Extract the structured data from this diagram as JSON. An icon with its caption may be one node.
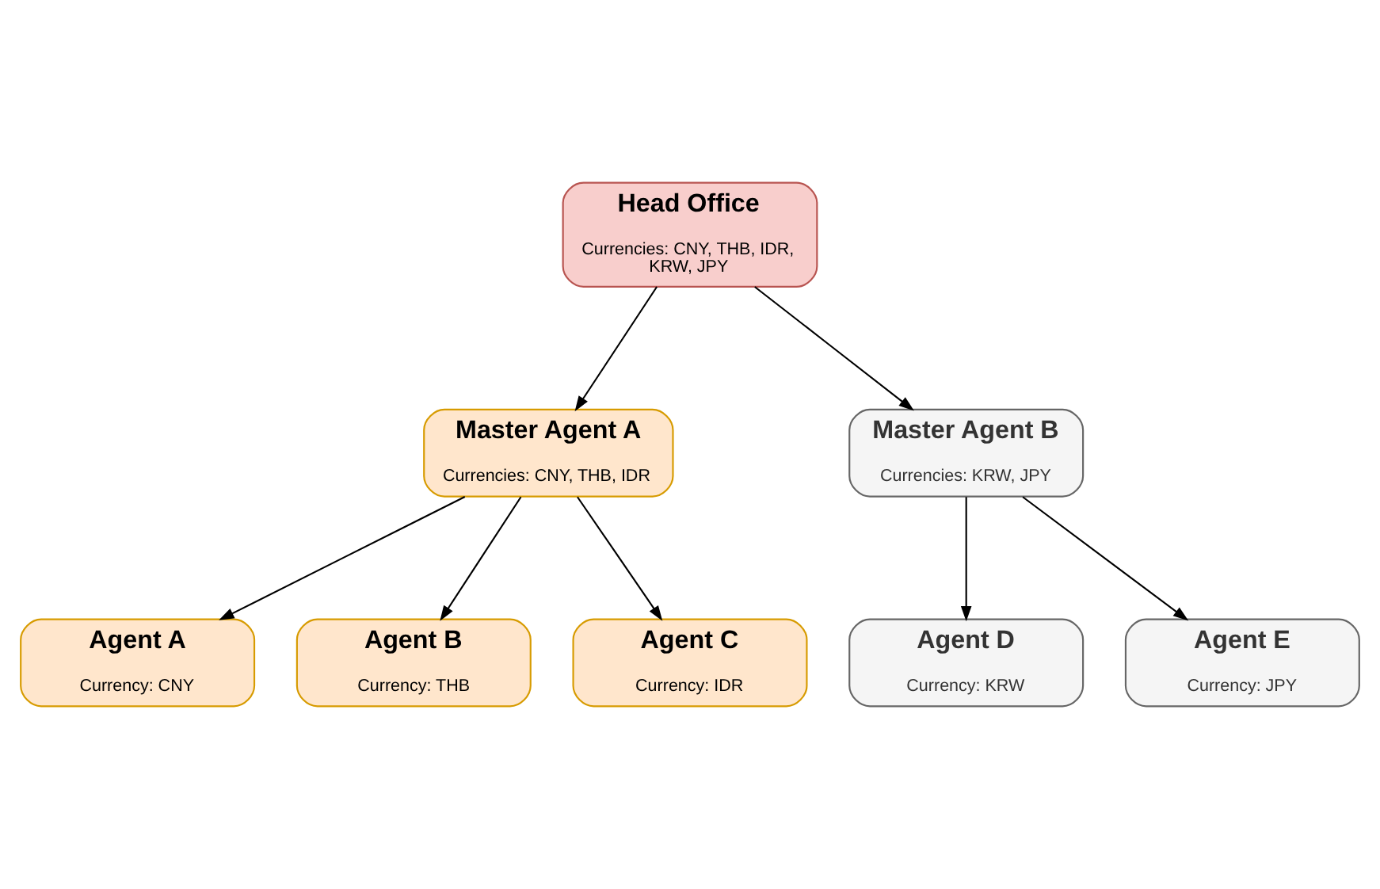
{
  "diagram": {
    "nodes": [
      {
        "text": [
          "Head Office",
          "Currencies: CNY, THB, IDR, KRW, JPY"
        ]
      },
      {
        "text": [
          "Master Agent A",
          "Currencies: CNY, THB, IDR"
        ]
      },
      {
        "text": [
          "Master Agent B",
          "Currencies: KRW, JPY"
        ]
      },
      {
        "text": [
          "Agent A",
          "Currency: CNY"
        ]
      },
      {
        "text": [
          "Agent B",
          "Currency: THB"
        ]
      },
      {
        "text": [
          "Agent C",
          "Currency: IDR"
        ]
      },
      {
        "text": [
          "Agent D",
          "Currency: KRW"
        ]
      },
      {
        "text": [
          "Agent E",
          "Currency: JPY"
        ]
      }
    ],
    "edges": [
      {
        "from": 0,
        "to": 1,
        "arrow": "to"
      },
      {
        "from": 0,
        "to": 2,
        "arrow": "to"
      },
      {
        "from": 1,
        "to": 3,
        "arrow": "to"
      },
      {
        "from": 1,
        "to": 4,
        "arrow": "to"
      },
      {
        "from": 1,
        "to": 5,
        "arrow": "to"
      },
      {
        "from": 2,
        "to": 6,
        "arrow": "to"
      },
      {
        "from": 2,
        "to": 7,
        "arrow": "to"
      }
    ]
  }
}
